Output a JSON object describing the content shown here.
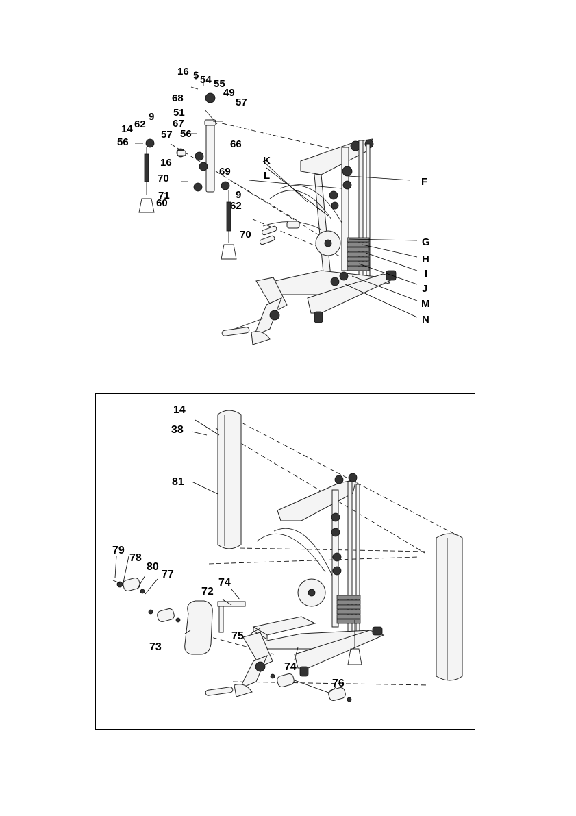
{
  "figure_top": {
    "labels": [
      "16",
      "5",
      "54",
      "55",
      "49",
      "57",
      "68",
      "51",
      "67",
      "56",
      "9",
      "62",
      "14",
      "57",
      "56",
      "66",
      "16",
      "69",
      "70",
      "71",
      "60",
      "9",
      "62",
      "70",
      "K",
      "L",
      "F",
      "G",
      "H",
      "I",
      "J",
      "M",
      "N"
    ]
  },
  "figure_bottom": {
    "labels": [
      "14",
      "38",
      "81",
      "79",
      "78",
      "80",
      "77",
      "74",
      "72",
      "73",
      "75",
      "74",
      "76"
    ]
  }
}
